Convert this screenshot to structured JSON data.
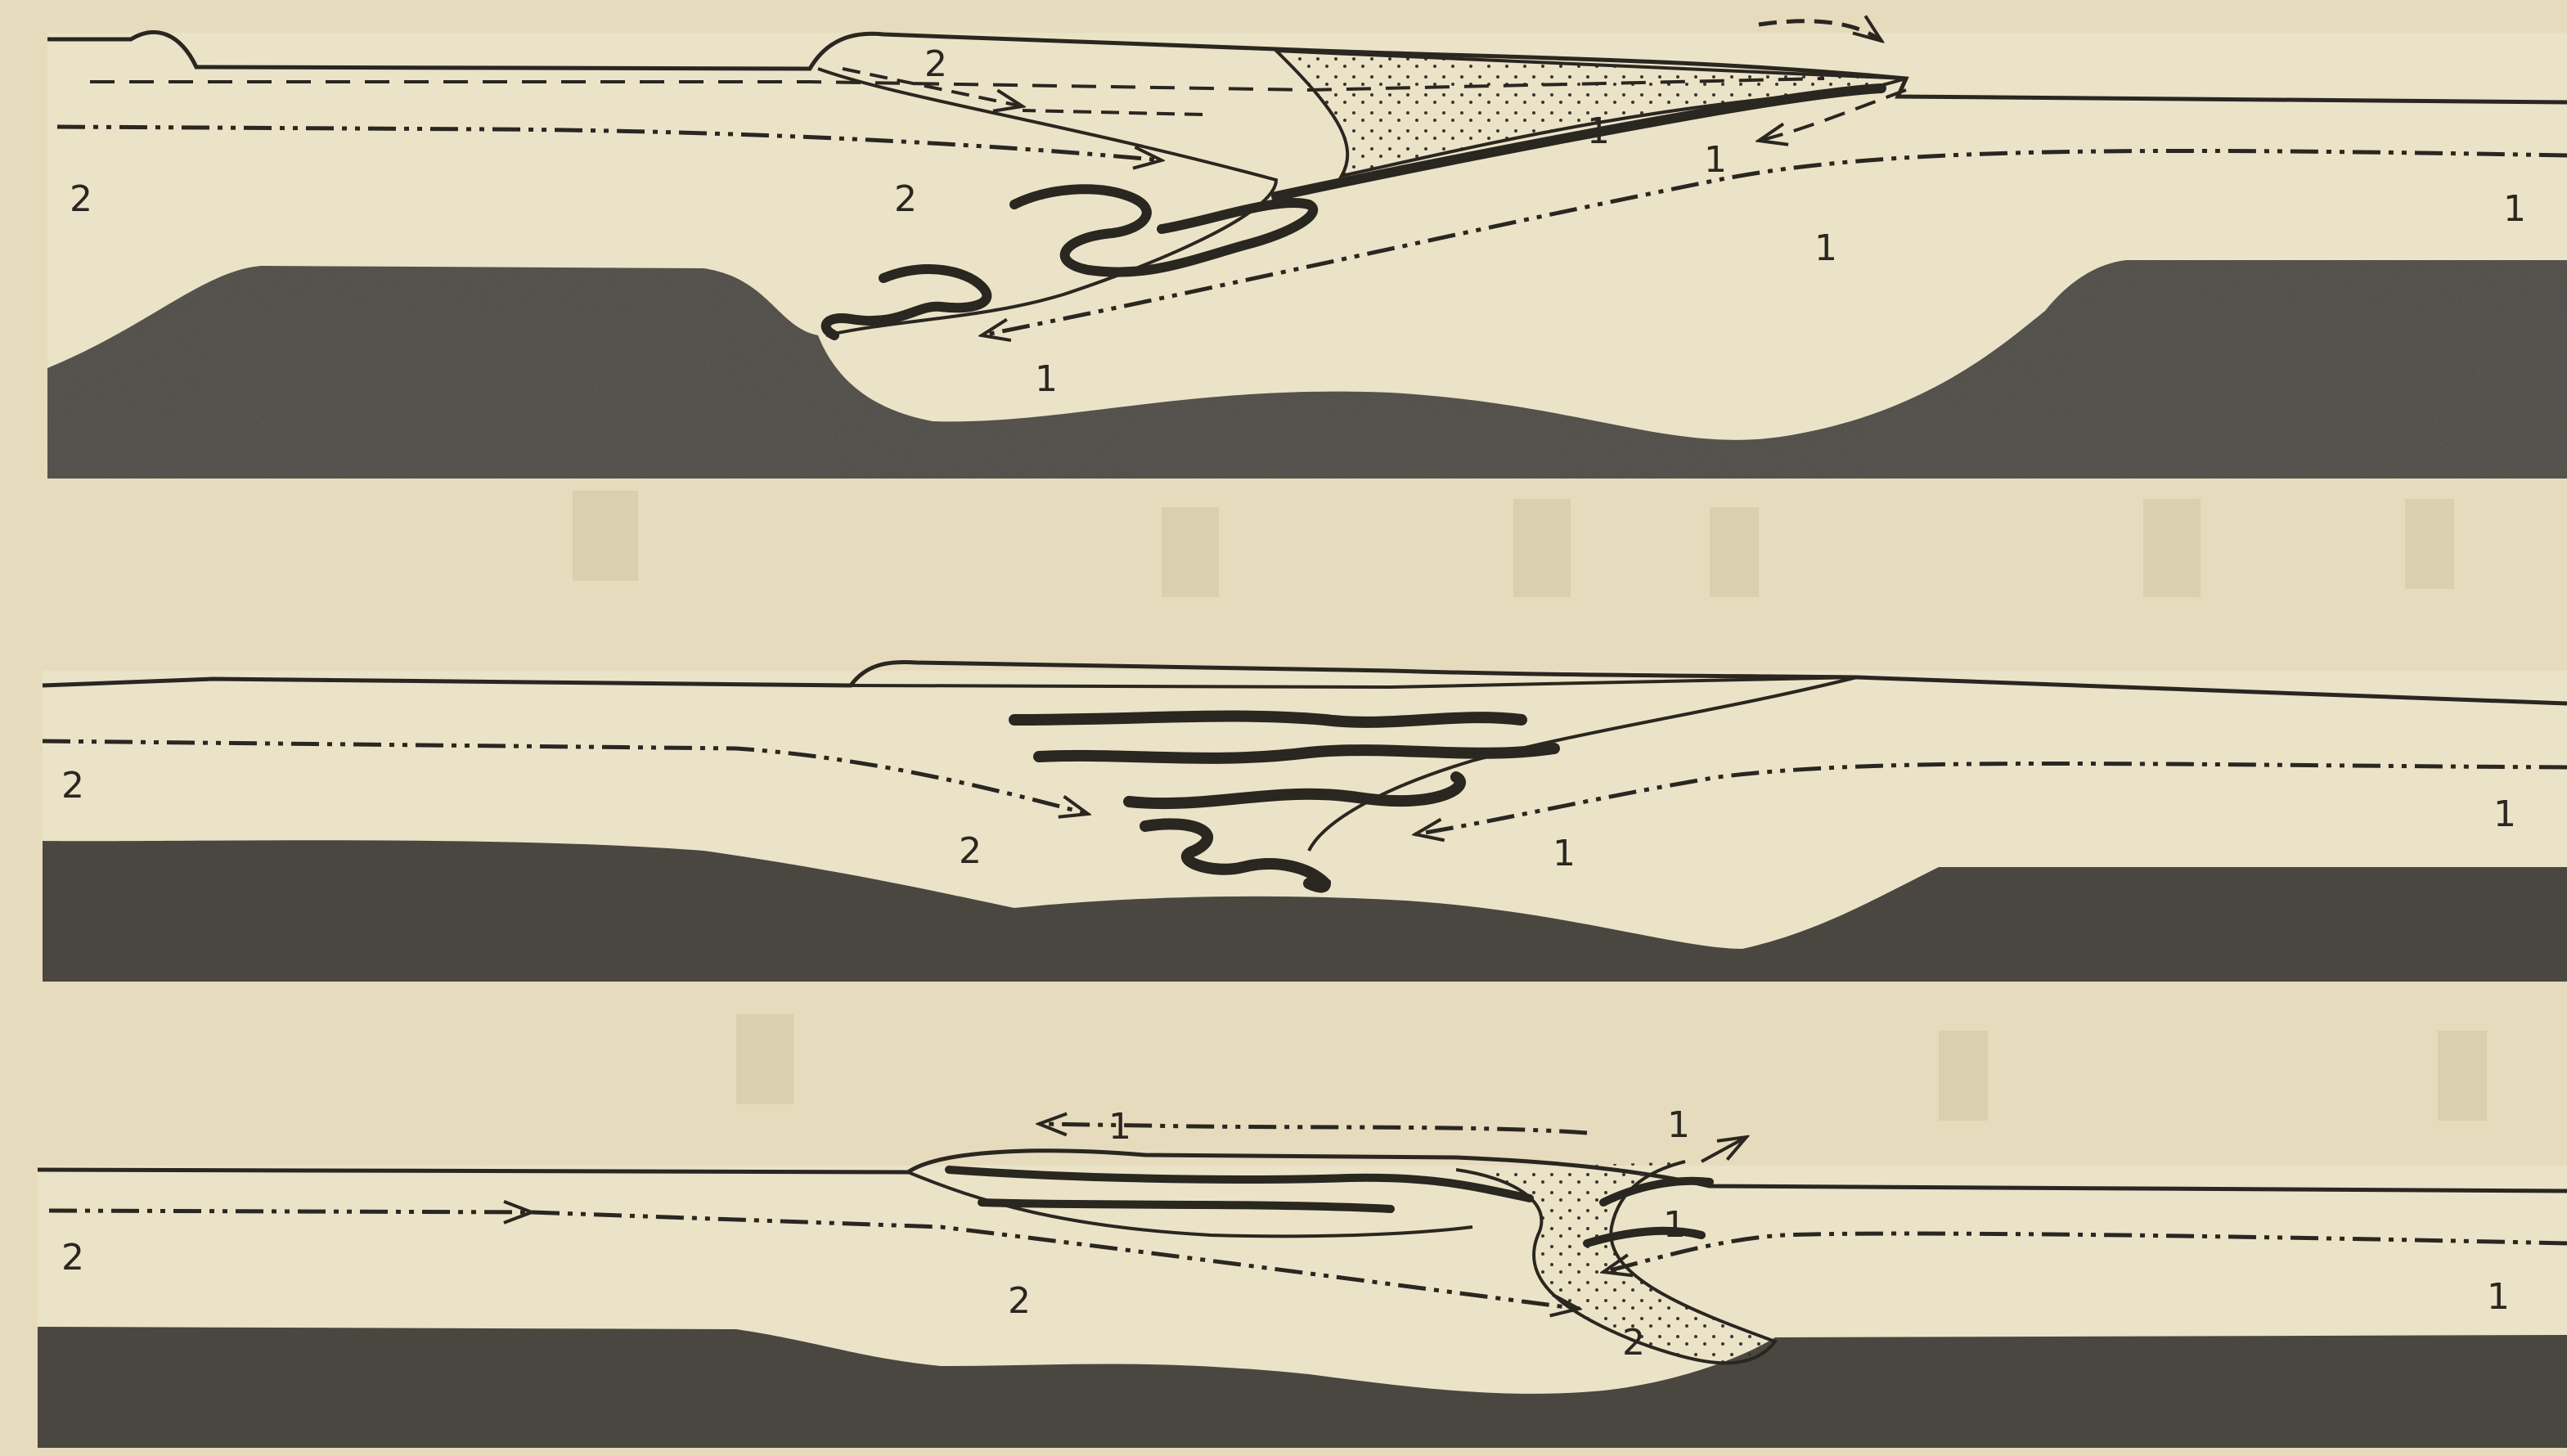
{
  "colors": {
    "paper": "#e6dcbd",
    "water": "#e9e1c6",
    "rock": "#4a4741",
    "ink": "#2a2620",
    "sediment": "#3a3630"
  },
  "panels": [
    {
      "id": "top",
      "labels": [
        "2",
        "2",
        "2",
        "1",
        "1",
        "1",
        "1",
        "1"
      ]
    },
    {
      "id": "middle",
      "labels": [
        "2",
        "2",
        "1",
        "1"
      ]
    },
    {
      "id": "bottom",
      "labels": [
        "1",
        "1",
        "1",
        "2",
        "2",
        "2",
        "1"
      ]
    }
  ]
}
